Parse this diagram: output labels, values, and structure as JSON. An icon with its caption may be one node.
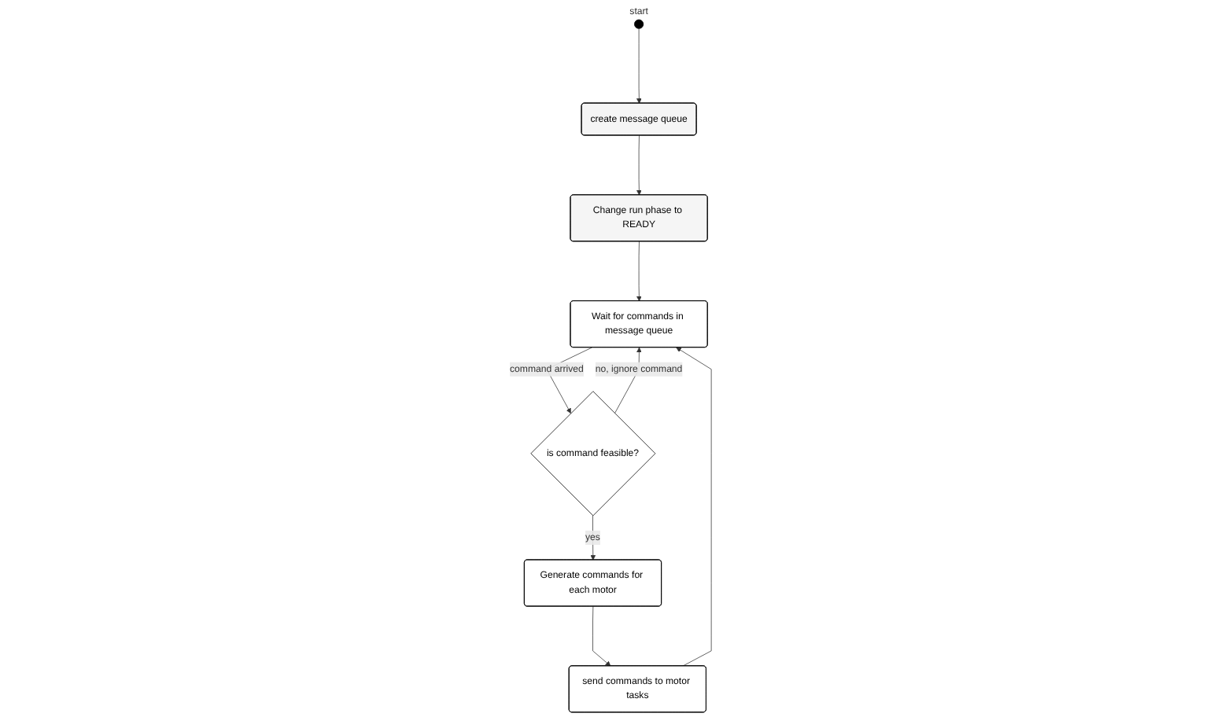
{
  "diagram": {
    "nodes": [
      {
        "text": [],
        "shape": "circle",
        "beside": [
          "start"
        ]
      },
      {
        "text": [
          "create message queue"
        ]
      },
      {
        "text": [
          "Change run phase to READY"
        ]
      },
      {
        "text": [
          "Wait for commands in message queue"
        ]
      },
      {
        "text": [
          "is command feasible?"
        ]
      },
      {
        "text": [
          "Generate commands for each motor"
        ]
      },
      {
        "text": [
          "send commands to motor tasks"
        ]
      }
    ],
    "edges": [
      {
        "from": 0,
        "to": 1,
        "arrow": "to"
      },
      {
        "from": 1,
        "to": 2,
        "arrow": "to"
      },
      {
        "from": 2,
        "to": 3,
        "arrow": "to"
      },
      {
        "from": 3,
        "to": 4,
        "arrow": "to",
        "label": "command arrived"
      },
      {
        "from": 4,
        "to": 3,
        "arrow": "to",
        "label": "no, ignore command"
      },
      {
        "from": 4,
        "to": 5,
        "arrow": "to",
        "label": "yes"
      },
      {
        "from": 5,
        "to": 6,
        "arrow": "to"
      },
      {
        "from": 6,
        "to": 3,
        "arrow": "to"
      }
    ]
  }
}
